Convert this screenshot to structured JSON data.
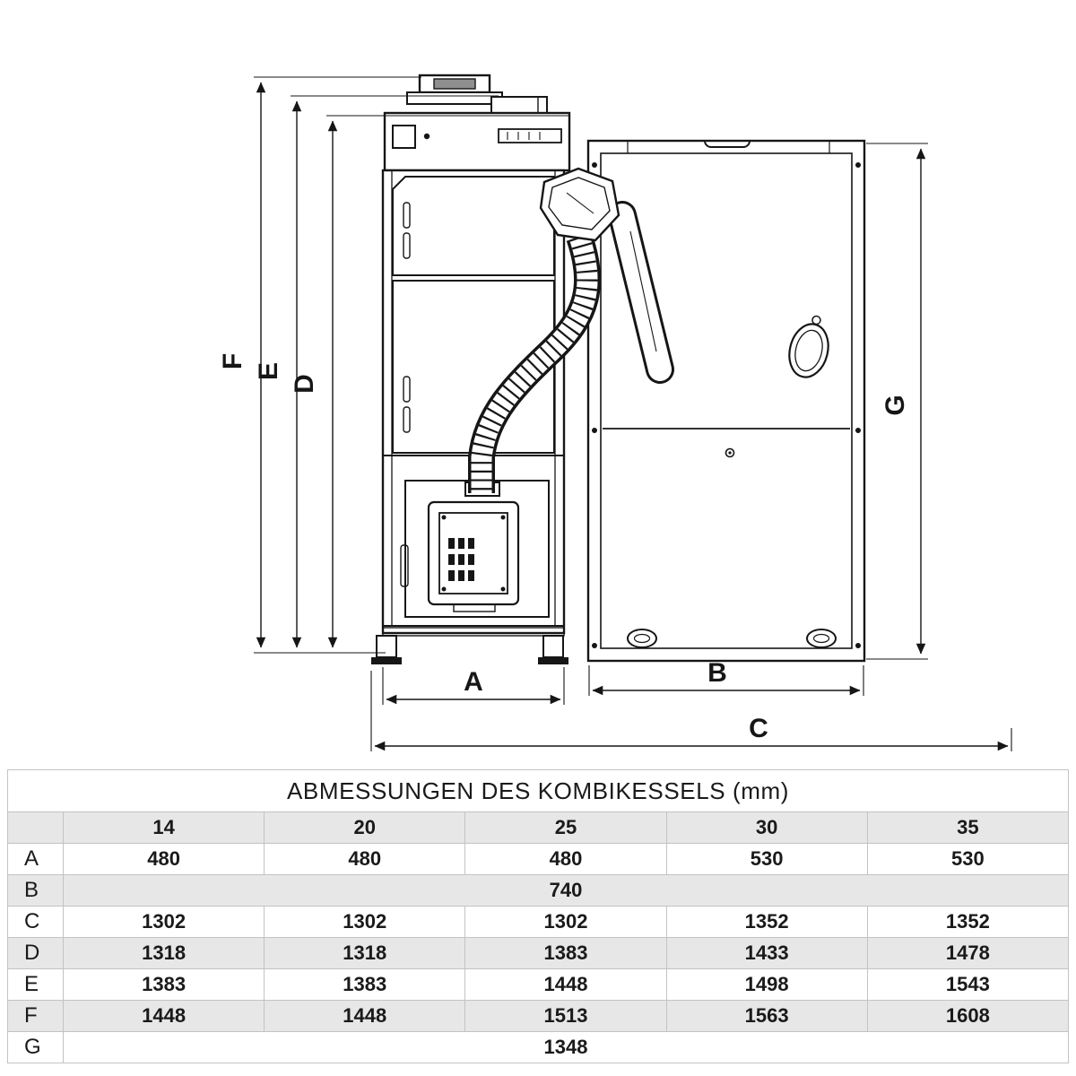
{
  "diagram": {
    "labels": {
      "A": "A",
      "B": "B",
      "C": "C",
      "D": "D",
      "E": "E",
      "F": "F",
      "G": "G"
    }
  },
  "table": {
    "title": "ABMESSUNGEN DES KOMBIKESSELS  (mm)",
    "size_columns": [
      "14",
      "20",
      "25",
      "30",
      "35"
    ],
    "rows": [
      {
        "label": "A",
        "values": [
          "480",
          "480",
          "480",
          "530",
          "530"
        ]
      },
      {
        "label": "B",
        "values": [
          "740"
        ]
      },
      {
        "label": "C",
        "values": [
          "1302",
          "1302",
          "1302",
          "1352",
          "1352"
        ]
      },
      {
        "label": "D",
        "values": [
          "1318",
          "1318",
          "1383",
          "1433",
          "1478"
        ]
      },
      {
        "label": "E",
        "values": [
          "1383",
          "1383",
          "1448",
          "1498",
          "1543"
        ]
      },
      {
        "label": "F",
        "values": [
          "1448",
          "1448",
          "1513",
          "1563",
          "1608"
        ]
      },
      {
        "label": "G",
        "values": [
          "1348"
        ]
      }
    ]
  }
}
